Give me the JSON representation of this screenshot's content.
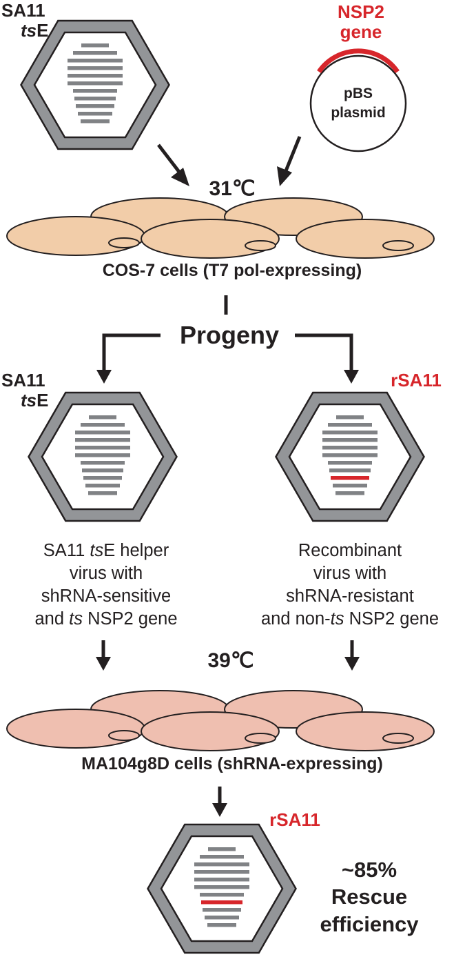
{
  "top": {
    "helper_label_line1": "SA11",
    "helper_label_line2_italic": "ts",
    "helper_label_line2_rest": "E",
    "gene_label_line1": "NSP2",
    "gene_label_line2": "gene",
    "plasmid_line1": "pBS",
    "plasmid_line2": "plasmid"
  },
  "step1": {
    "temperature": "31℃",
    "cells_label": "COS-7 cells (T7 pol-expressing)"
  },
  "progeny": {
    "label": "Progeny",
    "left_label_line1": "SA11",
    "left_label_line2_italic": "ts",
    "left_label_line2_rest": "E",
    "right_label": "rSA11",
    "left_desc": {
      "l1a": "SA11 ",
      "l1i": "ts",
      "l1b": "E helper",
      "l2": "virus with",
      "l3": "shRNA-sensitive",
      "l4a": "and ",
      "l4i": "ts",
      "l4b": " NSP2 gene"
    },
    "right_desc": {
      "l1": "Recombinant",
      "l2": "virus with",
      "l3": "shRNA-resistant",
      "l4a": "and non-",
      "l4i": "ts",
      "l4b": " NSP2 gene"
    }
  },
  "step2": {
    "temperature": "39℃",
    "cells_label": "MA104g8D cells (shRNA-expressing)"
  },
  "result": {
    "virus_label": "rSA11",
    "line1": "~85%",
    "line2": "Rescue",
    "line3": "efficiency"
  },
  "colors": {
    "capsid": "#939598",
    "segment": "#808285",
    "nsp2": "#d7262b",
    "cos7_cell": "#f2cda9",
    "ma104_cell": "#efbfb0",
    "outline": "#231f20"
  }
}
